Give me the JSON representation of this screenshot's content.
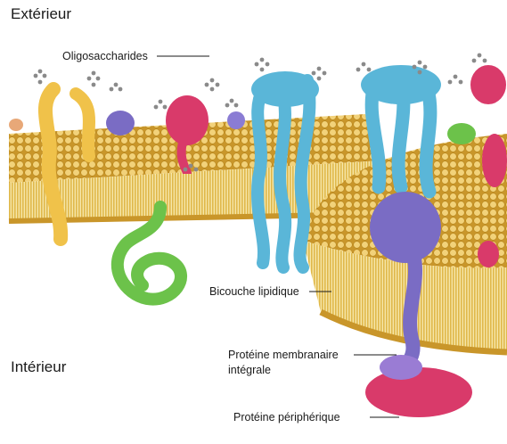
{
  "regions": {
    "exterior": "Extérieur",
    "interior": "Intérieur"
  },
  "labels": {
    "oligosaccharides": "Oligosaccharides",
    "bilayer": "Bicouche lipidique",
    "integral_line1": "Protéine membranaire",
    "integral_line2": "intégrale",
    "peripheral": "Protéine périphérique"
  },
  "colors": {
    "lipid_head": "#e8c25a",
    "lipid_tail": "#d9a93a",
    "protein_blue": "#5ab6d8",
    "protein_purple": "#7a6cc4",
    "protein_red": "#d93a6a",
    "protein_yellow": "#f0c24a",
    "protein_green": "#6cc24a",
    "sugar": "#8a8a8a"
  }
}
